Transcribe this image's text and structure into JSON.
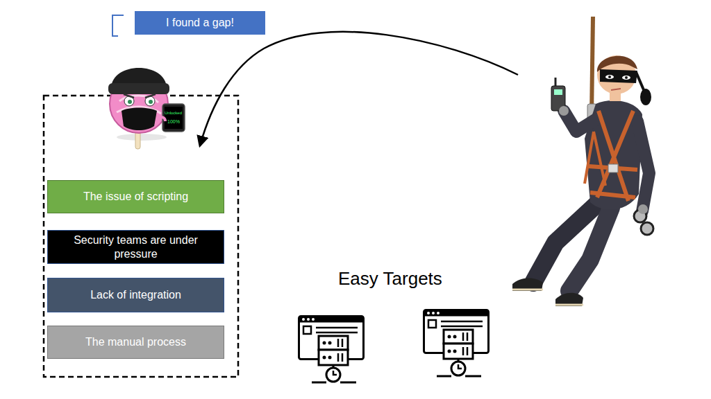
{
  "diagram": {
    "nodes": [
      {
        "text": [
          "I found a gap!"
        ]
      },
      {
        "text": [
          "The issue of scripting"
        ]
      },
      {
        "text": [
          "Security teams are under pressure"
        ]
      },
      {
        "text": [
          "Lack of integration"
        ]
      },
      {
        "text": [
          "The manual process"
        ]
      }
    ],
    "labels": [
      "Unlocked",
      "100%",
      "Easy Targets"
    ]
  }
}
